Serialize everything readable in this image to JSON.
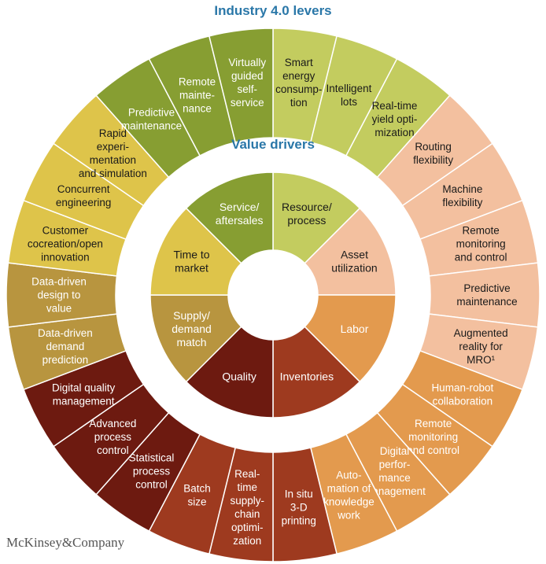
{
  "outer_title": "Industry 4.0 levers",
  "inner_title": "Value drivers",
  "brand": "McKinsey&Company",
  "colors": {
    "lightgreen": "#c3cc5f",
    "peach": "#f3c09f",
    "orange": "#e39a4e",
    "rust": "#9e3a1f",
    "maroon": "#6d1a10",
    "tan": "#b8953f",
    "yellow": "#dec44a",
    "green": "#879e32",
    "text_dark": "#1a1a1a",
    "text_light": "#ffffff",
    "title": "#2a77a8"
  },
  "drivers": [
    {
      "label": [
        "Resource/",
        "process"
      ],
      "color": "lightgreen",
      "text": "dark"
    },
    {
      "label": [
        "Asset",
        "utilization"
      ],
      "color": "peach",
      "text": "dark"
    },
    {
      "label": [
        "Labor"
      ],
      "color": "orange",
      "text": "light"
    },
    {
      "label": [
        "Inventories"
      ],
      "color": "rust",
      "text": "light"
    },
    {
      "label": [
        "Quality"
      ],
      "color": "maroon",
      "text": "light"
    },
    {
      "label": [
        "Supply/",
        "demand",
        "match"
      ],
      "color": "tan",
      "text": "light"
    },
    {
      "label": [
        "Time to",
        "market"
      ],
      "color": "yellow",
      "text": "dark"
    },
    {
      "label": [
        "Service/",
        "aftersales"
      ],
      "color": "green",
      "text": "light"
    }
  ],
  "levers": [
    {
      "label": [
        "Smart",
        "energy",
        "consump-",
        "tion"
      ],
      "color": "lightgreen",
      "text": "dark"
    },
    {
      "label": [
        "Intelligent",
        "lots"
      ],
      "color": "lightgreen",
      "text": "dark"
    },
    {
      "label": [
        "Real-time",
        "yield opti-",
        "mization"
      ],
      "color": "lightgreen",
      "text": "dark"
    },
    {
      "label": [
        "Routing",
        "flexibility"
      ],
      "color": "peach",
      "text": "dark"
    },
    {
      "label": [
        "Machine",
        "flexibility"
      ],
      "color": "peach",
      "text": "dark"
    },
    {
      "label": [
        "Remote",
        "monitoring",
        "and control"
      ],
      "color": "peach",
      "text": "dark"
    },
    {
      "label": [
        "Predictive",
        "maintenance"
      ],
      "color": "peach",
      "text": "dark"
    },
    {
      "label": [
        "Augmented",
        "reality for",
        "MRO¹"
      ],
      "color": "peach",
      "text": "dark"
    },
    {
      "label": [
        "Human-robot",
        "collaboration"
      ],
      "color": "orange",
      "text": "light"
    },
    {
      "label": [
        "Remote",
        "monitoring",
        "and control"
      ],
      "color": "orange",
      "text": "light"
    },
    {
      "label": [
        "Digital",
        "perfor-",
        "mance",
        "management"
      ],
      "color": "orange",
      "text": "light"
    },
    {
      "label": [
        "Auto-",
        "mation of",
        "knowledge",
        "work"
      ],
      "color": "orange",
      "text": "light"
    },
    {
      "label": [
        "In situ",
        "3-D",
        "printing"
      ],
      "color": "rust",
      "text": "light"
    },
    {
      "label": [
        "Real-",
        "time",
        "supply-",
        "chain",
        "optimi-",
        "zation"
      ],
      "color": "rust",
      "text": "light"
    },
    {
      "label": [
        "Batch",
        "size"
      ],
      "color": "rust",
      "text": "light"
    },
    {
      "label": [
        "Statistical",
        "process",
        "control"
      ],
      "color": "maroon",
      "text": "light"
    },
    {
      "label": [
        "Advanced",
        "process",
        "control"
      ],
      "color": "maroon",
      "text": "light"
    },
    {
      "label": [
        "Digital quality",
        "management"
      ],
      "color": "maroon",
      "text": "light"
    },
    {
      "label": [
        "Data-driven",
        "demand",
        "prediction"
      ],
      "color": "tan",
      "text": "light"
    },
    {
      "label": [
        "Data-driven",
        "design to",
        "value"
      ],
      "color": "tan",
      "text": "light"
    },
    {
      "label": [
        "Customer",
        "cocreation/open",
        "innovation"
      ],
      "color": "yellow",
      "text": "dark"
    },
    {
      "label": [
        "Concurrent",
        "engineering"
      ],
      "color": "yellow",
      "text": "dark"
    },
    {
      "label": [
        "Rapid",
        "experi-",
        "mentation",
        "and simulation"
      ],
      "color": "yellow",
      "text": "dark"
    },
    {
      "label": [
        "Predictive",
        "maintenance"
      ],
      "color": "green",
      "text": "light"
    },
    {
      "label": [
        "Remote",
        "mainte-",
        "nance"
      ],
      "color": "green",
      "text": "light"
    },
    {
      "label": [
        "Virtually",
        "guided",
        "self-",
        "service"
      ],
      "color": "green",
      "text": "light"
    }
  ]
}
